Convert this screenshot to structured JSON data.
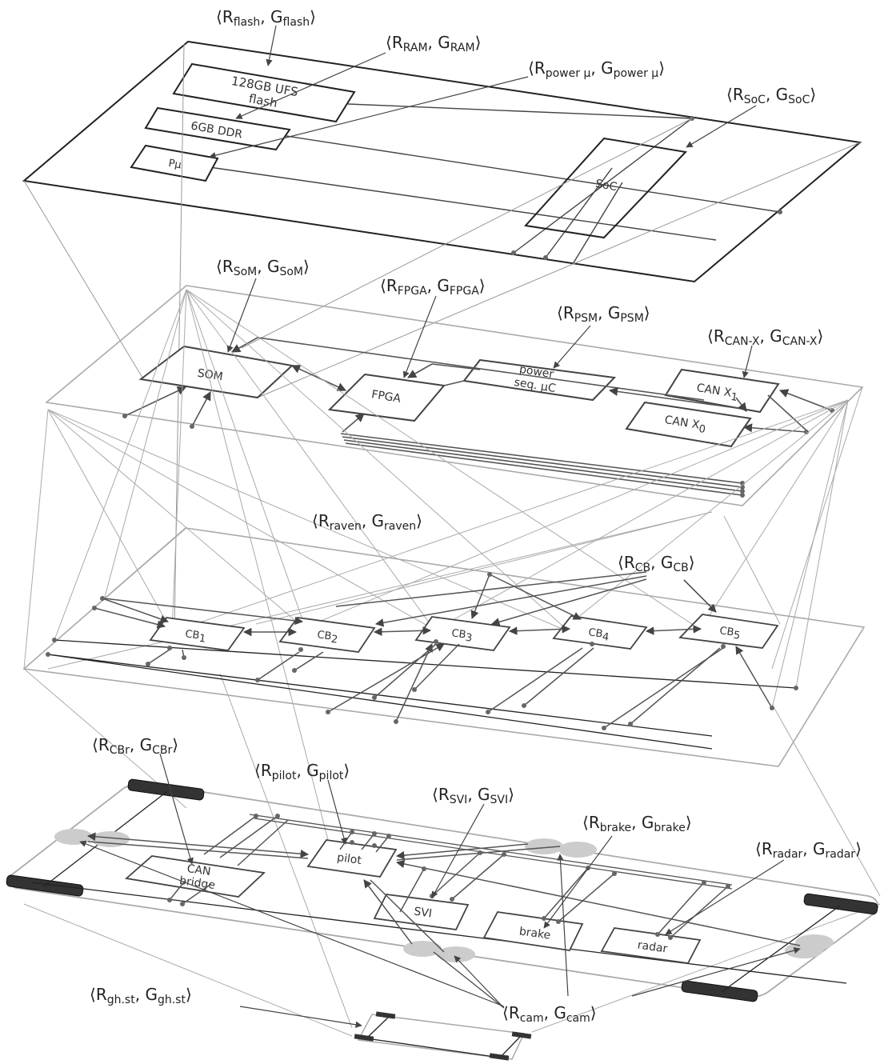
{
  "layers": {
    "soc_layer": "SoC layer",
    "som_layer": "SoM layer",
    "cb_layer": "CB layer",
    "vehicle_layer": "vehicle layer",
    "ghost_layer": "ghost station layer"
  },
  "blocks": {
    "flash_line1": "128GB UFS",
    "flash_line2": "flash",
    "ram": "6GB DDR",
    "pmu": "Pμ",
    "soc": "SoC",
    "som": "SOM",
    "fpga": "FPGA",
    "psm_line1": "power",
    "psm_line2": "seq. μC",
    "canx1": "CAN X",
    "canx1_sub": "1",
    "canx0": "CAN X",
    "canx0_sub": "0",
    "cb1": "CB",
    "cb1_sub": "1",
    "cb2": "CB",
    "cb2_sub": "2",
    "cb3": "CB",
    "cb3_sub": "3",
    "cb4": "CB",
    "cb4_sub": "4",
    "cb5": "CB",
    "cb5_sub": "5",
    "can_bridge_line1": "CAN",
    "can_bridge_line2": "bridge",
    "pilot": "pilot",
    "svi": "SVI",
    "brake": "brake",
    "radar": "radar"
  },
  "labels": {
    "flash": {
      "r": "R",
      "r_sub": "flash",
      "g": "G",
      "g_sub": "flash"
    },
    "ram": {
      "r": "R",
      "r_sub": "RAM",
      "g": "G",
      "g_sub": "RAM"
    },
    "power": {
      "r": "R",
      "r_sub": "power μ",
      "g": "G",
      "g_sub": "power μ"
    },
    "soc": {
      "r": "R",
      "r_sub": "SoC",
      "g": "G",
      "g_sub": "SoC"
    },
    "som": {
      "r": "R",
      "r_sub": "SoM",
      "g": "G",
      "g_sub": "SoM"
    },
    "fpga": {
      "r": "R",
      "r_sub": "FPGA",
      "g": "G",
      "g_sub": "FPGA"
    },
    "psm": {
      "r": "R",
      "r_sub": "PSM",
      "g": "G",
      "g_sub": "PSM"
    },
    "canx": {
      "r": "R",
      "r_sub": "CAN-X",
      "g": "G",
      "g_sub": "CAN-X"
    },
    "raven": {
      "r": "R",
      "r_sub": "raven",
      "g": "G",
      "g_sub": "raven"
    },
    "cb": {
      "r": "R",
      "r_sub": "CB",
      "g": "G",
      "g_sub": "CB"
    },
    "cbr": {
      "r": "R",
      "r_sub": "CBr",
      "g": "G",
      "g_sub": "CBr"
    },
    "pilot": {
      "r": "R",
      "r_sub": "pilot",
      "g": "G",
      "g_sub": "pilot"
    },
    "svi": {
      "r": "R",
      "r_sub": "SVI",
      "g": "G",
      "g_sub": "SVI"
    },
    "brake": {
      "r": "R",
      "r_sub": "brake",
      "g": "G",
      "g_sub": "brake"
    },
    "radar": {
      "r": "R",
      "r_sub": "radar",
      "g": "G",
      "g_sub": "radar"
    },
    "ghst": {
      "r": "R",
      "r_sub": "gh.st",
      "g": "G",
      "g_sub": "gh.st"
    },
    "cam": {
      "r": "R",
      "r_sub": "cam",
      "g": "G",
      "g_sub": "cam"
    }
  },
  "colors": {
    "dark_line": "#444444",
    "light_line": "#aaaaaa",
    "mid_line": "#666666",
    "dot": "#777777",
    "wheel": "#333333",
    "camera": "#cccccc"
  }
}
